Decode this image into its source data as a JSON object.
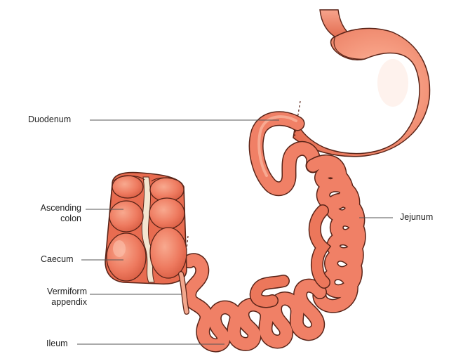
{
  "labels": {
    "duodenum": "Duodenum",
    "ascending_colon_line1": "Ascending",
    "ascending_colon_line2": "colon",
    "caecum": "Caecum",
    "vermiform_appendix_line1": "Vermiform",
    "vermiform_appendix_line2": "appendix",
    "ileum": "Ileum",
    "jejunum": "Jejunum"
  },
  "colors": {
    "organ_fill": "#f08066",
    "organ_light": "#f7a48c",
    "organ_dark": "#c9523c",
    "outline": "#5a2418",
    "pointer_line": "#555555",
    "mesentery": "#f3e5cf",
    "label_text": "#222222"
  }
}
